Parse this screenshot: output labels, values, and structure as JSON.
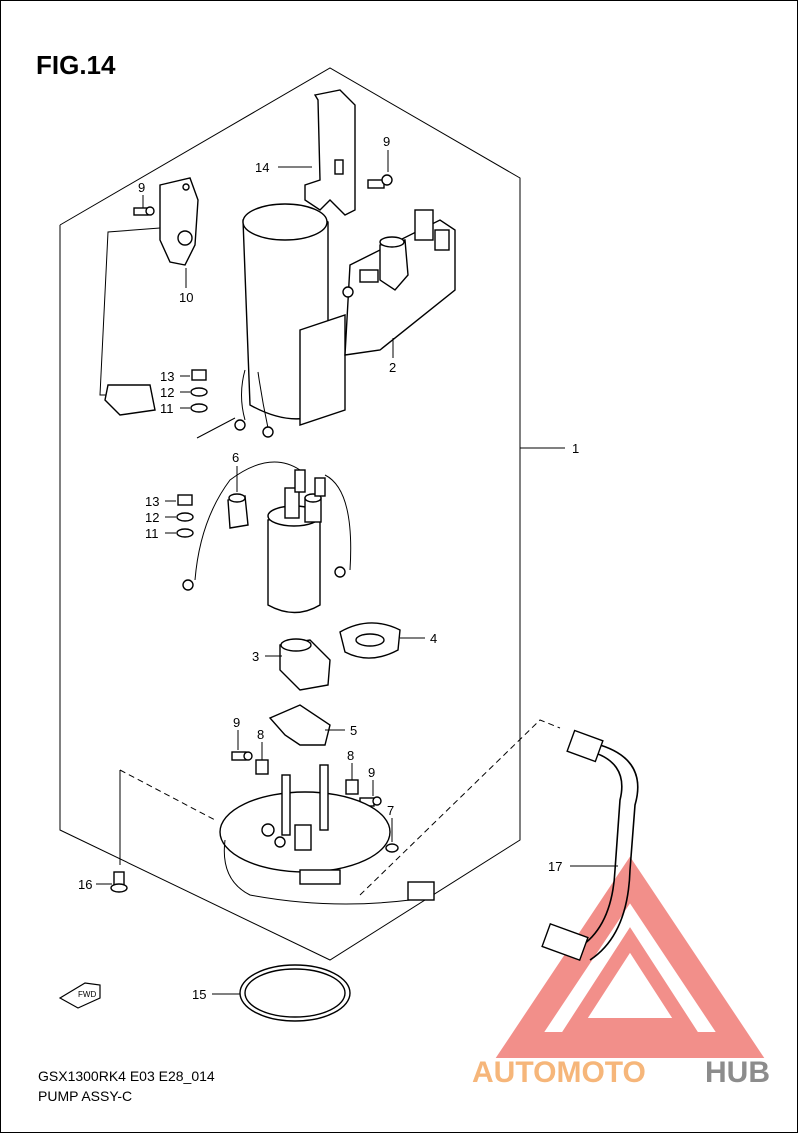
{
  "figure": {
    "title": "FIG.14",
    "model_code": "GSX1300RK4 E03 E28_014",
    "assembly_name": "PUMP ASSY-C"
  },
  "callouts": [
    {
      "id": "c14",
      "label": "14"
    },
    {
      "id": "c9a",
      "label": "9"
    },
    {
      "id": "c9b",
      "label": "9"
    },
    {
      "id": "c10",
      "label": "10"
    },
    {
      "id": "c2",
      "label": "2"
    },
    {
      "id": "c13a",
      "label": "13"
    },
    {
      "id": "c12a",
      "label": "12"
    },
    {
      "id": "c11a",
      "label": "11"
    },
    {
      "id": "c1",
      "label": "1"
    },
    {
      "id": "c6",
      "label": "6"
    },
    {
      "id": "c13b",
      "label": "13"
    },
    {
      "id": "c12b",
      "label": "12"
    },
    {
      "id": "c11b",
      "label": "11"
    },
    {
      "id": "c4",
      "label": "4"
    },
    {
      "id": "c3",
      "label": "3"
    },
    {
      "id": "c9c",
      "label": "9"
    },
    {
      "id": "c5",
      "label": "5"
    },
    {
      "id": "c8a",
      "label": "8"
    },
    {
      "id": "c8b",
      "label": "8"
    },
    {
      "id": "c9d",
      "label": "9"
    },
    {
      "id": "c7",
      "label": "7"
    },
    {
      "id": "c17",
      "label": "17"
    },
    {
      "id": "c16",
      "label": "16"
    },
    {
      "id": "c15",
      "label": "15"
    }
  ],
  "fwd_marker": "FWD",
  "watermark": {
    "part1": "AUTOMOTO",
    "part2": "HUB",
    "color_light": "#f6b67a",
    "color_dark": "#8c8c8c",
    "triangle_color": "#e8342c"
  }
}
